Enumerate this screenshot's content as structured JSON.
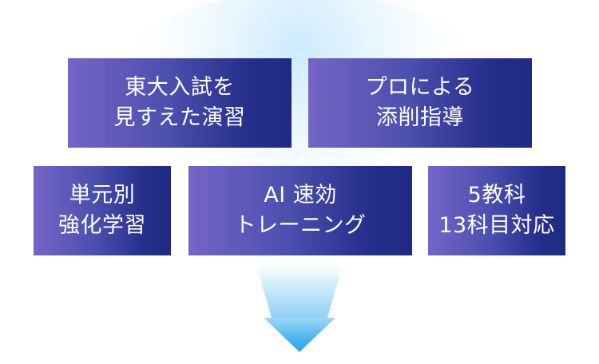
{
  "cards": [
    {
      "line1": "東大入試を",
      "line2": "見すえた演習"
    },
    {
      "line1": "プロによる",
      "line2": "添削指導"
    },
    {
      "line1": "単元別",
      "line2": "強化学習"
    },
    {
      "line1": "AI 速効",
      "line2": "トレーニング"
    },
    {
      "line1": "5教科",
      "line2": "13科目対応"
    }
  ],
  "colors": {
    "card_gradient_start": "#7565c7",
    "card_gradient_end": "#1e2a83",
    "arrow_top": "#bfe6fb",
    "arrow_bottom": "#2aa9e8",
    "glow": "#cdeafd"
  }
}
